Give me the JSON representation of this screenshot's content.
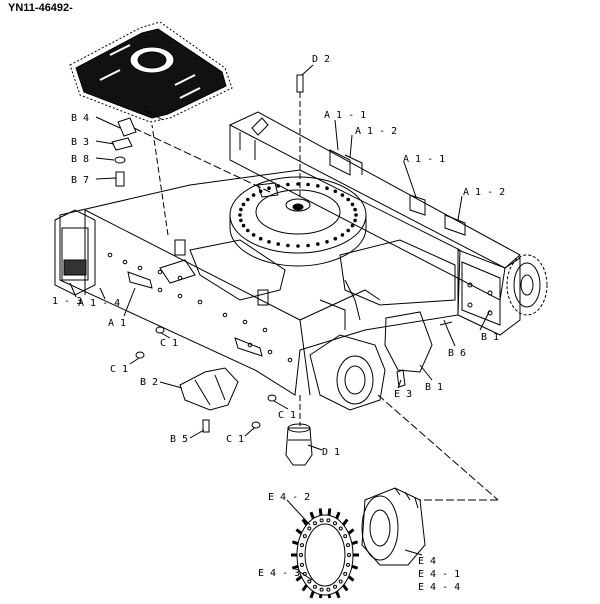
{
  "drawing": {
    "code": "YN11-46492-"
  },
  "callouts": {
    "D2": "D 2",
    "A1_1_left": "A 1 - 1",
    "A1_2_left": "A 1 - 2",
    "A1_1_right": "A 1 - 1",
    "A1_2_right": "A 1 - 2",
    "B4": "B 4",
    "B3": "B 3",
    "B8": "B 8",
    "B7": "B 7",
    "one_three": "1 - 3",
    "A1_4": "A 1 - 4",
    "A1": "A 1",
    "C1_a": "C 1",
    "C1_b": "C 1",
    "B2": "B 2",
    "B5": "B 5",
    "C1_c": "C 1",
    "C1_d": "C 1",
    "D1": "D 1",
    "B1_a": "B 1",
    "B6": "B 6",
    "B1_b": "B 1",
    "E3": "E 3",
    "E4_2": "E 4 - 2",
    "E4_3": "E 4 - 3",
    "E4": "E 4",
    "E4_1": "E 4 - 1",
    "E4_4": "E 4 - 4"
  }
}
